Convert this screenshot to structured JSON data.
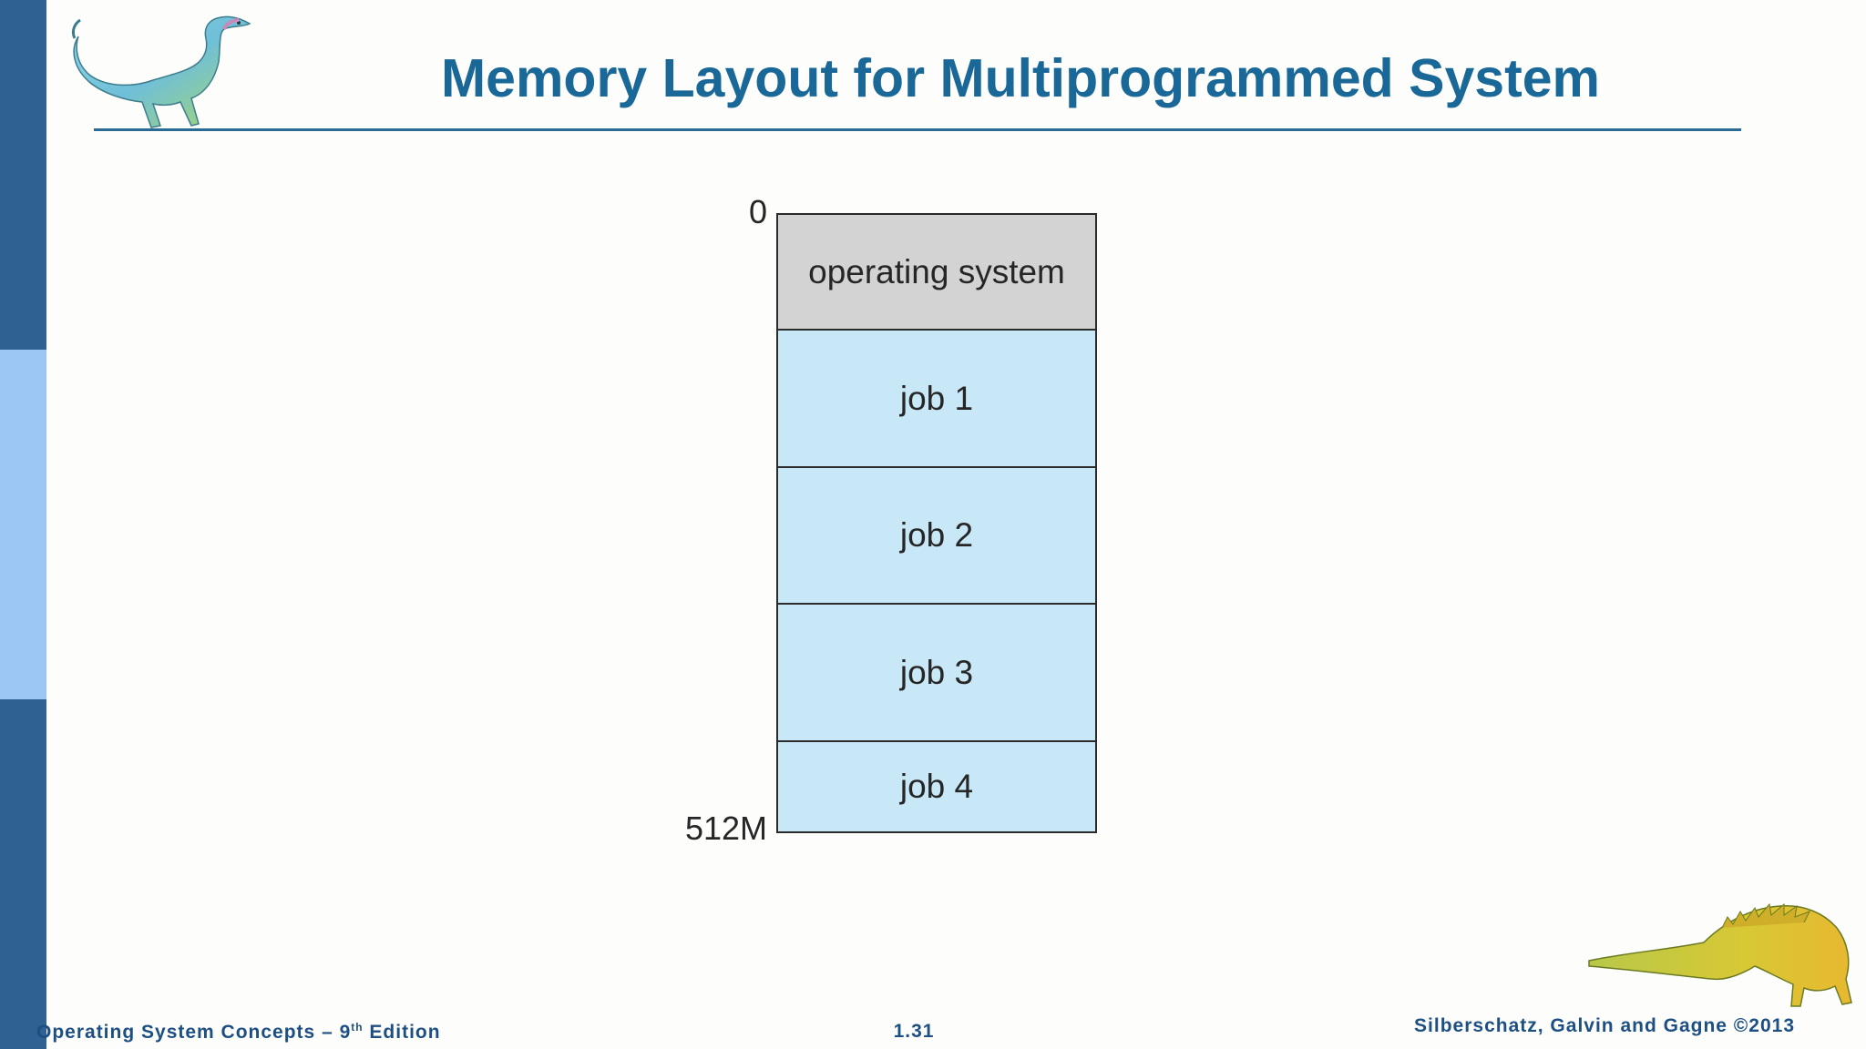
{
  "slide": {
    "title": "Memory Layout for Multiprogrammed System"
  },
  "diagram": {
    "address_start": "0",
    "address_end": "512M",
    "segments": [
      {
        "label": "operating system",
        "color": "#d3d3d3"
      },
      {
        "label": "job 1",
        "color": "#c8e8f8"
      },
      {
        "label": "job 2",
        "color": "#c8e8f8"
      },
      {
        "label": "job 3",
        "color": "#c8e8f8"
      },
      {
        "label": "job 4",
        "color": "#c8e8f8"
      }
    ]
  },
  "footer": {
    "book_title_prefix": "Operating System Concepts – 9",
    "book_edition_sup": "th",
    "book_title_suffix": " Edition",
    "page_number": "1.31",
    "authors": "Silberschatz, Galvin and Gagne ©2013"
  },
  "colors": {
    "title": "#1a6898",
    "sidebar_dark": "#2f6193",
    "sidebar_light": "#9cc6f3",
    "footer_text": "#1e4f82"
  },
  "icons": {
    "top_left": "dinosaur-icon",
    "bottom_right": "dinosaur-icon"
  }
}
